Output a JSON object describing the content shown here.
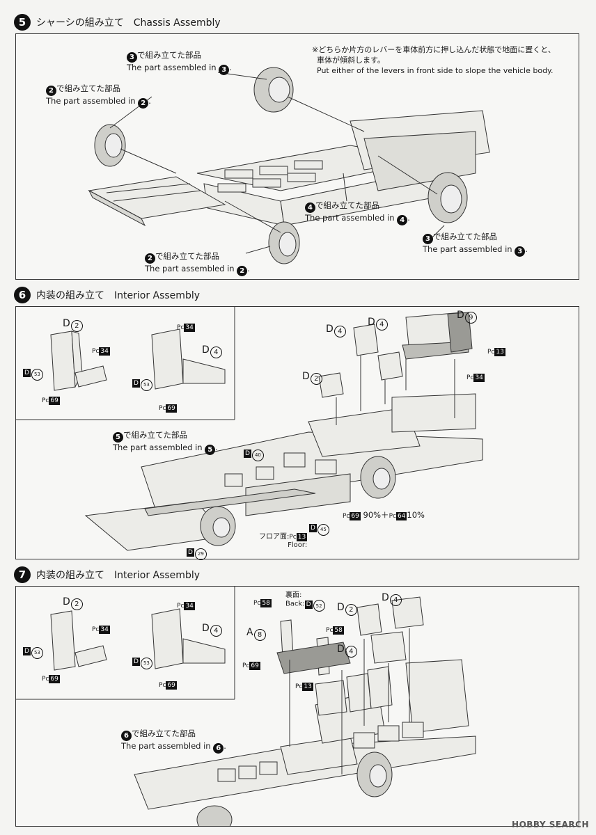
{
  "steps": [
    {
      "num": "5",
      "title_ja": "シャーシの組み立て",
      "title_en": "Chassis Assembly"
    },
    {
      "num": "6",
      "title_ja": "内装の組み立て",
      "title_en": "Interior Assembly"
    },
    {
      "num": "7",
      "title_ja": "内装の組み立て",
      "title_en": "Interior Assembly"
    }
  ],
  "callouts": {
    "ja_assembled": "で組み立てた部品",
    "en_assembled": "The part assembled in",
    "n2": "2",
    "n3": "3",
    "n4": "4",
    "n5": "5",
    "n6": "6"
  },
  "note": {
    "ja_line1": "※どちらか片方のレバーを車体前方に押し込んだ状態で地面に置くと、",
    "ja_line2": "車体が傾斜します。",
    "en": "Put either of the levers in front side to slope the vehicle body."
  },
  "parts": {
    "D": "D",
    "A": "A",
    "Pc": "Pc",
    "d2": "2",
    "d4": "4",
    "d9": "9",
    "d8": "8",
    "d53": "53",
    "d40": "40",
    "d45": "45",
    "d29": "29",
    "d52": "52",
    "p34": "34",
    "p69": "69",
    "p13": "13",
    "p64": "64",
    "p58": "58"
  },
  "paint": {
    "mix_a": "90%＋",
    "mix_b": "10%",
    "floor_ja": "フロア面:",
    "floor_en": "Floor:",
    "back_ja": "裏面:",
    "back_en": "Back:"
  },
  "watermark": "HOBBY SEARCH",
  "colors": {
    "line": "#333333",
    "fill": "#e8e8e4",
    "shade": "#bdbdb8",
    "ink": "#111111"
  }
}
